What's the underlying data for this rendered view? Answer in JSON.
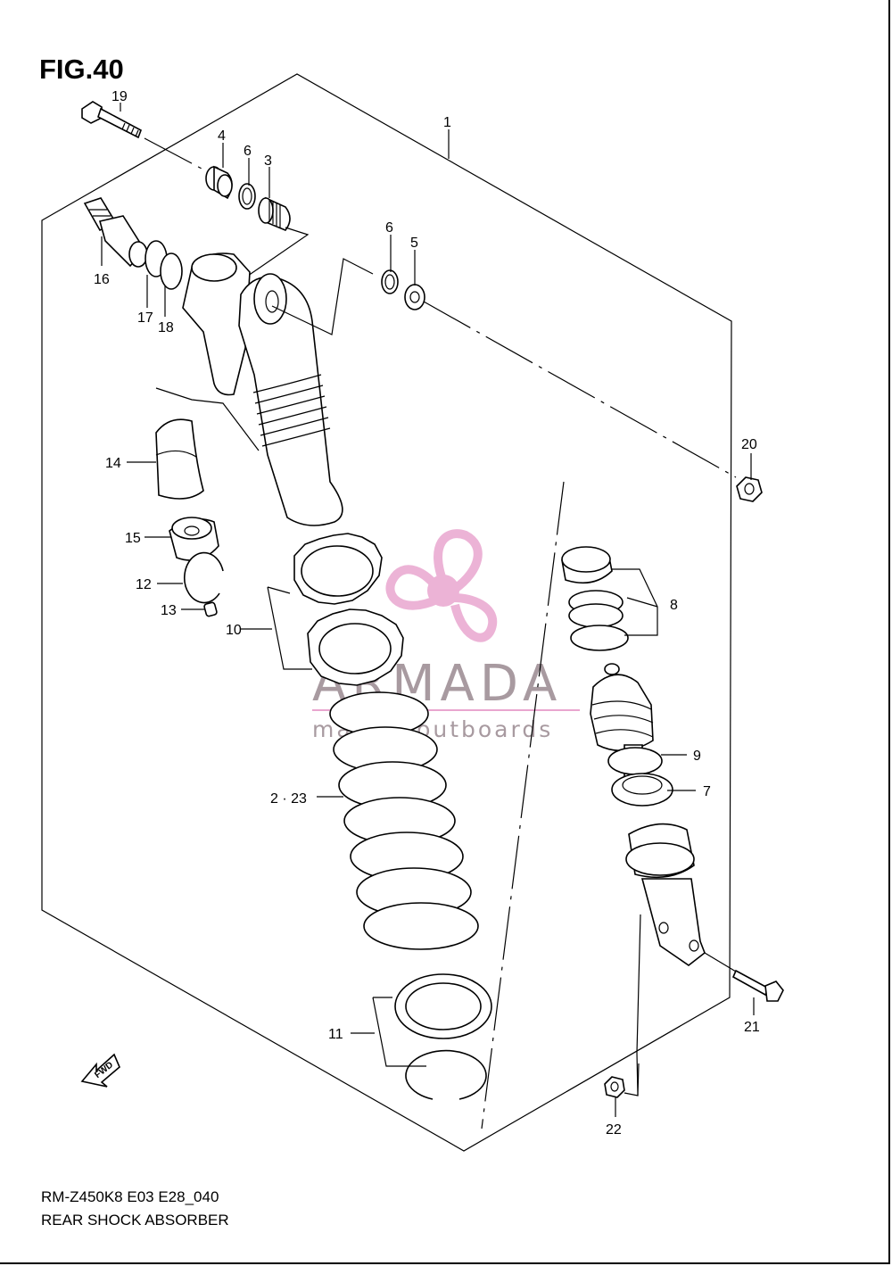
{
  "figure": {
    "title": "FIG.40"
  },
  "footer": {
    "model_code": "RM-Z450K8 E03 E28_040",
    "part_name": "REAR SHOCK ABSORBER"
  },
  "watermark": {
    "brand": "ARMADA",
    "tagline": "marine outboards",
    "logo_color": "#e9a6cf"
  },
  "fwd_label": "FWD",
  "callouts": {
    "c1": "1",
    "c2_23": "2 · 23",
    "c3": "3",
    "c4": "4",
    "c5": "5",
    "c6a": "6",
    "c6b": "6",
    "c7": "7",
    "c8": "8",
    "c9": "9",
    "c10": "10",
    "c11": "11",
    "c12": "12",
    "c13": "13",
    "c14": "14",
    "c15": "15",
    "c16": "16",
    "c17": "17",
    "c18": "18",
    "c19": "19",
    "c20": "20",
    "c21": "21",
    "c22": "22"
  }
}
